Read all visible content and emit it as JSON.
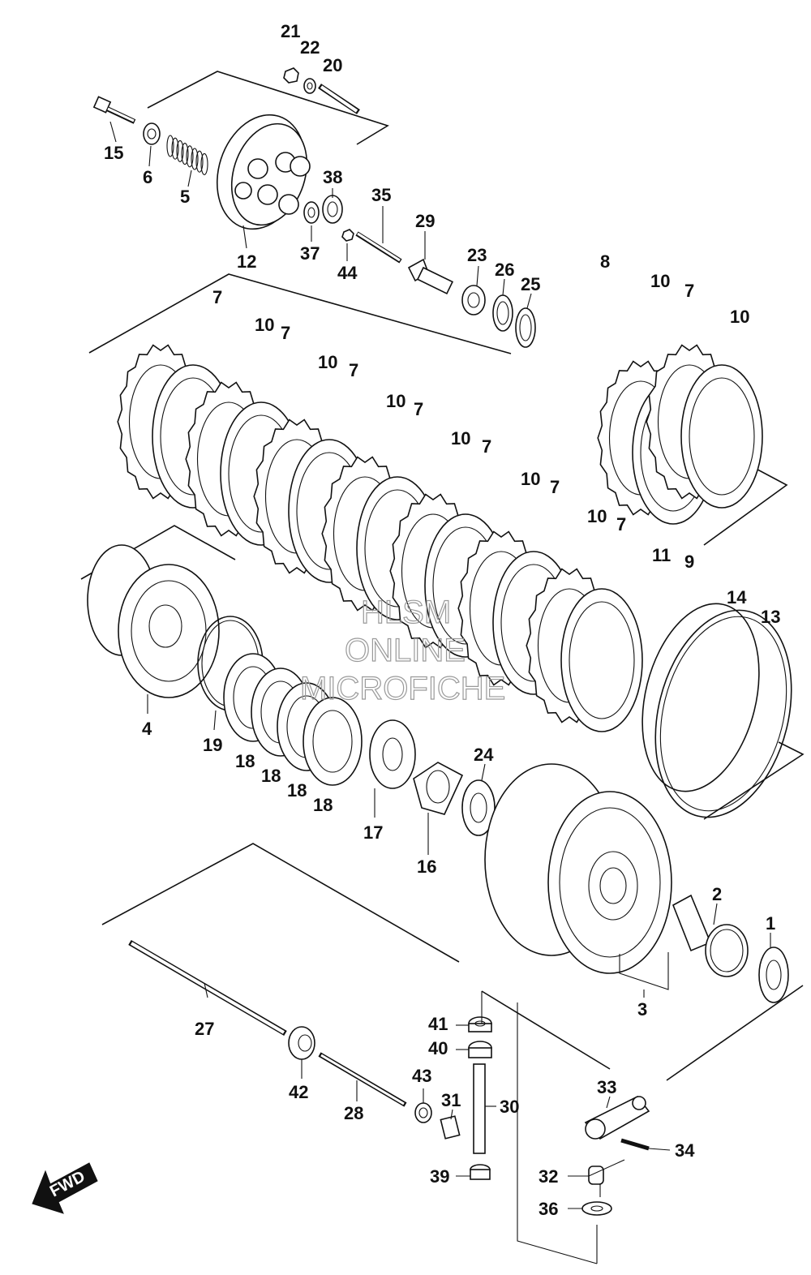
{
  "watermark": [
    "HLSM",
    "ONLINE",
    "MICROFICHE"
  ],
  "direction_label": "FWD",
  "callouts": [
    {
      "id": "c21",
      "text": "21"
    },
    {
      "id": "c22",
      "text": "22"
    },
    {
      "id": "c20",
      "text": "20"
    },
    {
      "id": "c15",
      "text": "15"
    },
    {
      "id": "c6",
      "text": "6"
    },
    {
      "id": "c5",
      "text": "5"
    },
    {
      "id": "c12",
      "text": "12"
    },
    {
      "id": "c38",
      "text": "38"
    },
    {
      "id": "c35",
      "text": "35"
    },
    {
      "id": "c37",
      "text": "37"
    },
    {
      "id": "c44",
      "text": "44"
    },
    {
      "id": "c29",
      "text": "29"
    },
    {
      "id": "c23",
      "text": "23"
    },
    {
      "id": "c26",
      "text": "26"
    },
    {
      "id": "c25",
      "text": "25"
    },
    {
      "id": "c8",
      "text": "8"
    },
    {
      "id": "c10a",
      "text": "10"
    },
    {
      "id": "c7a",
      "text": "7"
    },
    {
      "id": "c10b",
      "text": "10"
    },
    {
      "id": "c7b",
      "text": "7"
    },
    {
      "id": "c10c",
      "text": "10"
    },
    {
      "id": "c7c",
      "text": "7"
    },
    {
      "id": "c10d",
      "text": "10"
    },
    {
      "id": "c7d",
      "text": "7"
    },
    {
      "id": "c10e",
      "text": "10"
    },
    {
      "id": "c7e",
      "text": "7"
    },
    {
      "id": "c10f",
      "text": "10"
    },
    {
      "id": "c7f",
      "text": "7"
    },
    {
      "id": "c10g",
      "text": "10"
    },
    {
      "id": "c7g",
      "text": "7"
    },
    {
      "id": "c10h",
      "text": "10"
    },
    {
      "id": "c7h",
      "text": "7"
    },
    {
      "id": "c11",
      "text": "11"
    },
    {
      "id": "c9",
      "text": "9"
    },
    {
      "id": "c14",
      "text": "14"
    },
    {
      "id": "c13",
      "text": "13"
    },
    {
      "id": "c4",
      "text": "4"
    },
    {
      "id": "c19",
      "text": "19"
    },
    {
      "id": "c18a",
      "text": "18"
    },
    {
      "id": "c18b",
      "text": "18"
    },
    {
      "id": "c18c",
      "text": "18"
    },
    {
      "id": "c18d",
      "text": "18"
    },
    {
      "id": "c17",
      "text": "17"
    },
    {
      "id": "c16",
      "text": "16"
    },
    {
      "id": "c24",
      "text": "24"
    },
    {
      "id": "c2",
      "text": "2"
    },
    {
      "id": "c1",
      "text": "1"
    },
    {
      "id": "c3",
      "text": "3"
    },
    {
      "id": "c27",
      "text": "27"
    },
    {
      "id": "c41",
      "text": "41"
    },
    {
      "id": "c40",
      "text": "40"
    },
    {
      "id": "c42",
      "text": "42"
    },
    {
      "id": "c43",
      "text": "43"
    },
    {
      "id": "c31",
      "text": "31"
    },
    {
      "id": "c30",
      "text": "30"
    },
    {
      "id": "c28",
      "text": "28"
    },
    {
      "id": "c33",
      "text": "33"
    },
    {
      "id": "c34",
      "text": "34"
    },
    {
      "id": "c32",
      "text": "32"
    },
    {
      "id": "c39",
      "text": "39"
    },
    {
      "id": "c36",
      "text": "36"
    }
  ]
}
